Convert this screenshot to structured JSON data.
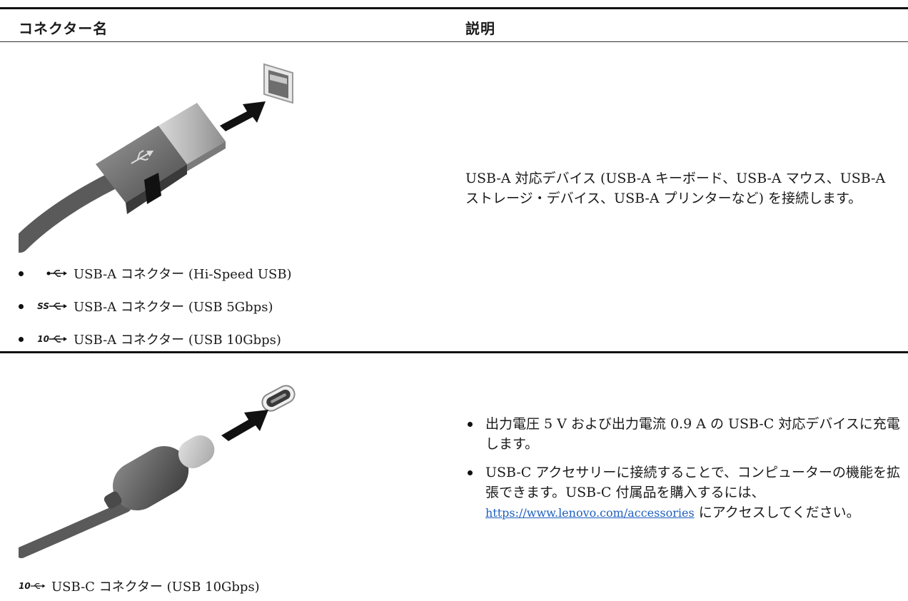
{
  "table": {
    "header": {
      "col_connector": "コネクター名",
      "col_description": "説明"
    }
  },
  "usb_a": {
    "connectors": [
      {
        "icon": "usb-icon",
        "mark": "",
        "label": "USB-A コネクター (Hi-Speed USB)"
      },
      {
        "icon": "usb-ss-icon",
        "mark": "SS",
        "label": "USB-A コネクター (USB 5Gbps)"
      },
      {
        "icon": "usb-10-icon",
        "mark": "10",
        "label": "USB-A コネクター (USB 10Gbps)"
      }
    ],
    "description": "USB-A 対応デバイス (USB-A キーボード、USB-A マウス、USB-A ストレージ・デバイス、USB-A プリンターなど) を接続します。"
  },
  "usb_c": {
    "connector": {
      "icon": "usb-10-icon",
      "mark": "10",
      "label": "USB-C コネクター (USB 10Gbps)"
    },
    "bullet1": "出力電圧 5 V および出力電流 0.9 A の USB-C 対応デバイスに充電します。",
    "bullet2_before": "USB-C アクセサリーに接続することで、コンピューターの機能を拡張できます。USB-C 付属品を購入するには、",
    "bullet2_link": "https://www.lenovo.com/accessories",
    "bullet2_after": " にアクセスしてください。"
  }
}
